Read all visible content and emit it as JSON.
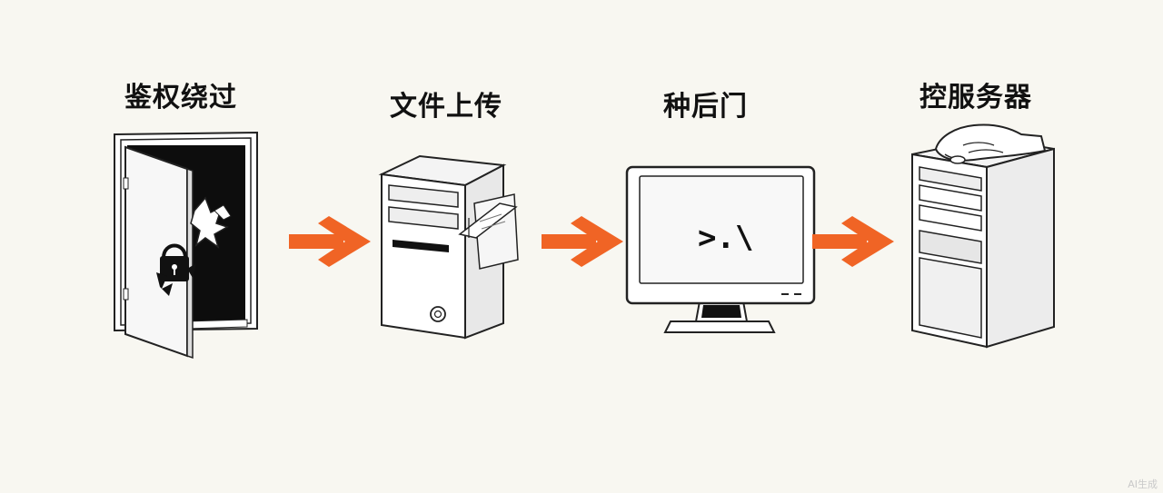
{
  "steps": [
    {
      "title": "鉴权绕过",
      "icon": "broken-door-icon"
    },
    {
      "title": "文件上传",
      "icon": "server-upload-icon"
    },
    {
      "title": "种后门",
      "icon": "monitor-terminal-icon"
    },
    {
      "title": "控服务器",
      "icon": "server-controlled-icon"
    }
  ],
  "terminal": {
    "prompt": ">.\\"
  },
  "colors": {
    "arrow": "#f06425",
    "outline": "#222222",
    "background": "#f8f7f1",
    "fill_light": "#ffffff",
    "fill_gray": "#eeeeee"
  },
  "watermark": "AI生成"
}
